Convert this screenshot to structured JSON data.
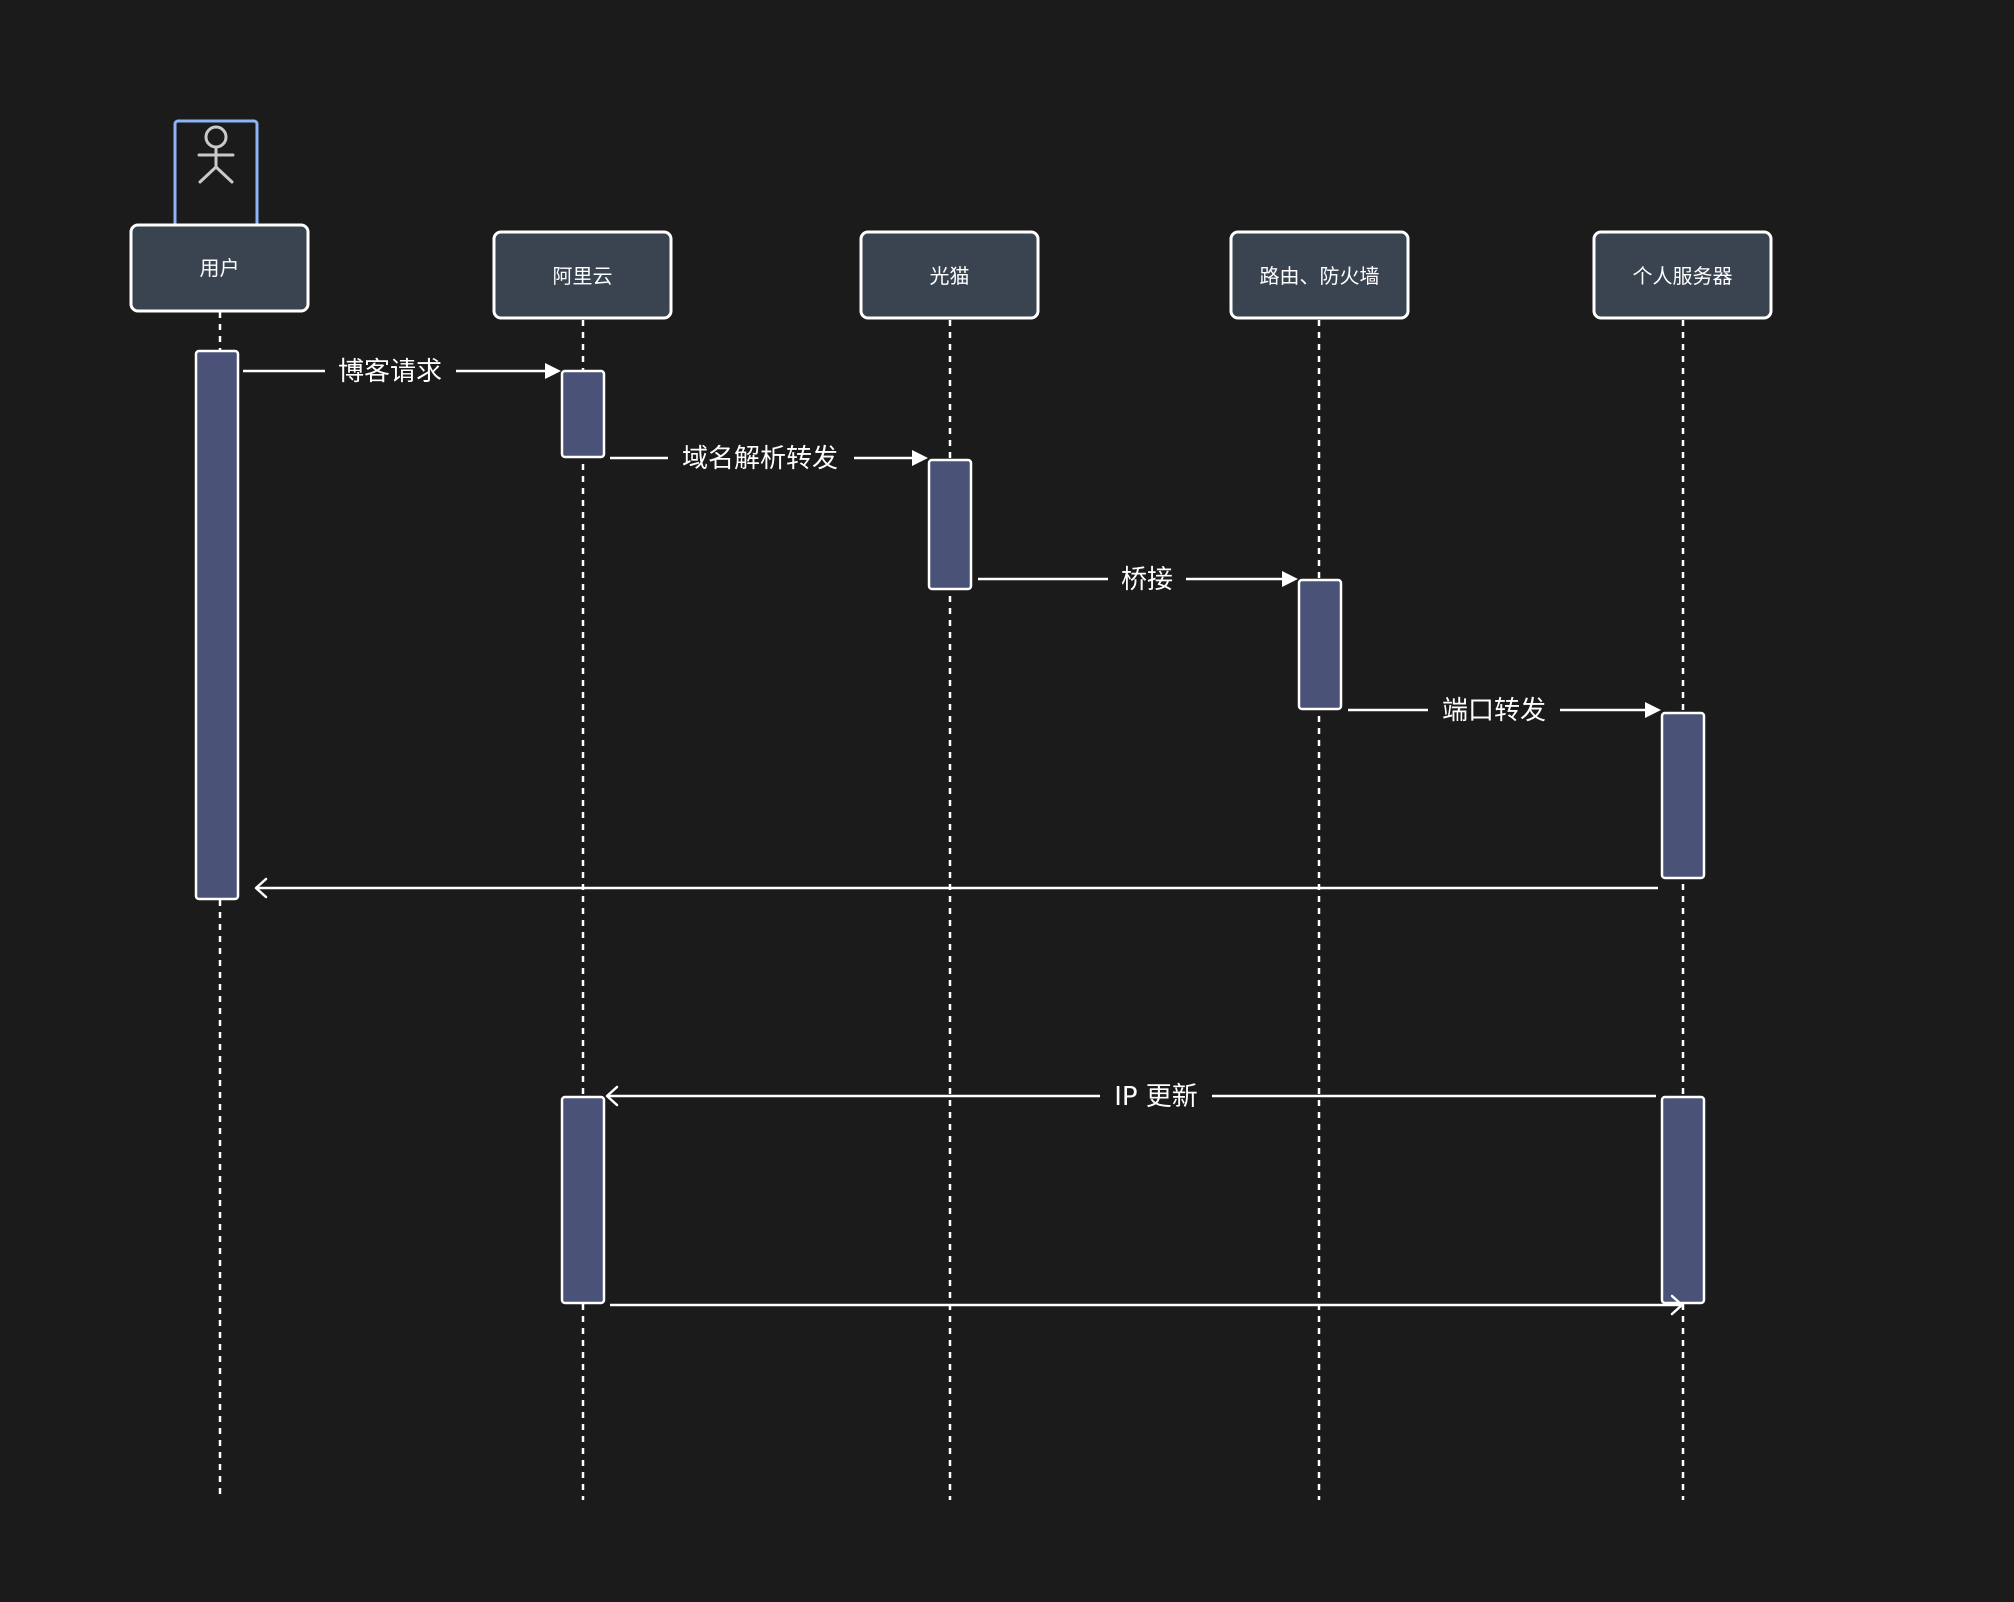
{
  "participants": [
    {
      "id": "user",
      "label": "用户",
      "actor": true
    },
    {
      "id": "aliyun",
      "label": "阿里云"
    },
    {
      "id": "modem",
      "label": "光猫"
    },
    {
      "id": "router",
      "label": "路由、防火墙"
    },
    {
      "id": "server",
      "label": "个人服务器"
    }
  ],
  "messages": [
    {
      "from": "user",
      "to": "aliyun",
      "label": "博客请求",
      "arrow": "solid"
    },
    {
      "from": "aliyun",
      "to": "modem",
      "label": "域名解析转发",
      "arrow": "solid"
    },
    {
      "from": "modem",
      "to": "router",
      "label": "桥接",
      "arrow": "solid"
    },
    {
      "from": "router",
      "to": "server",
      "label": "端口转发",
      "arrow": "solid"
    },
    {
      "from": "server",
      "to": "user",
      "label": "",
      "arrow": "open"
    },
    {
      "from": "server",
      "to": "aliyun",
      "label": "IP 更新",
      "arrow": "open"
    },
    {
      "from": "aliyun",
      "to": "server",
      "label": "",
      "arrow": "open"
    }
  ],
  "colors": {
    "background": "#1b1b1c",
    "participant_fill": "#3a4451",
    "activation_fill": "#4a5377",
    "line": "#ffffff",
    "actor_highlight": "#8fb3f5"
  }
}
